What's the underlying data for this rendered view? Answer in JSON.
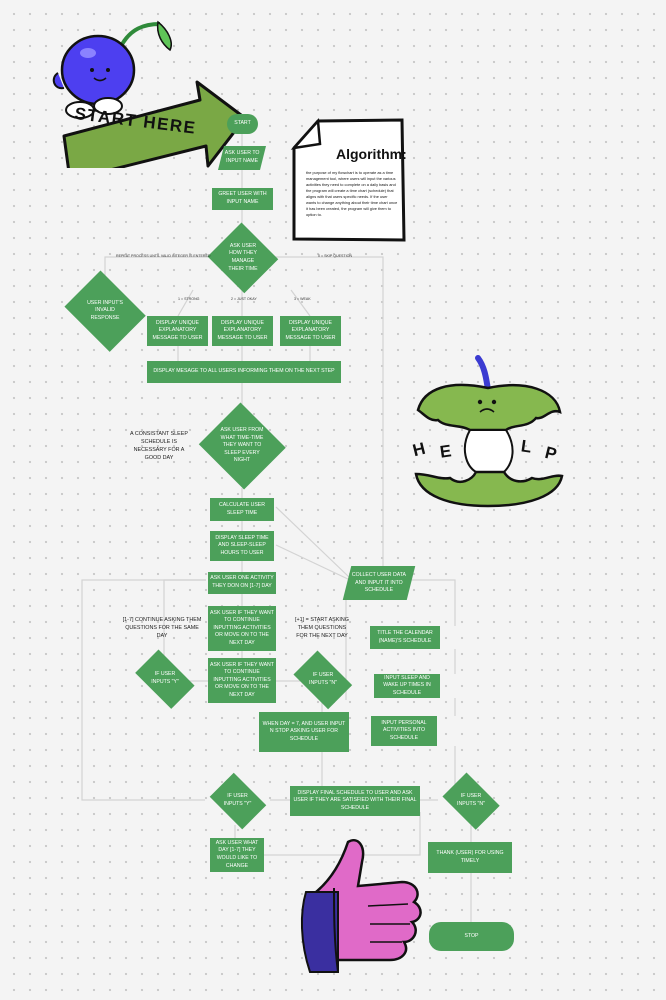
{
  "banner": {
    "text": "START HERE"
  },
  "algorithm": {
    "title": "Algorithm:",
    "body": "the purpose of my flowchart is to operate as a time management tool, where users will input the various activities they need to complete on a daily basis and the program will create a time chart (schedule) that aligns with that users specific needs. If the user wants to change anything about their time chart once it has been created, the program will give them to option to."
  },
  "help": {
    "letters": [
      "H",
      "E",
      "L",
      "P"
    ]
  },
  "nodes": {
    "start": "START",
    "ask_name": "ASK USER TO INPUT NAME",
    "greet": "GREET USER WITH INPUT NAME",
    "ask_manage": "ASK USER HOW THEY MANAGE THEIR TIME",
    "invalid": "USER INPUT'S INVALID RESPONSE",
    "msg1": "DISPLAY UNIQUE EXPLANATORY MESSAGE TO USER",
    "msg2": "DISPLAY UNIQUE EXPLANATORY MESSAGE TO USER",
    "msg3": "DISPLAY UNIQUE EXPLANATORY MESSAGE TO USER",
    "next_step": "DISPLAY MESAGE TO ALL USERS INFORMING THEM ON THE NEXT STEP",
    "ask_sleep": "ASK USER FROM WHAT TIME-TIME THEY WANT TO SLEEP EVERY NIGHT",
    "calc_sleep": "CALCULATE USER SLEEP TIME",
    "display_sleep": "DISPLAY SLEEP TIME AND SLEEP-SLEEP HOURS TO USER",
    "ask_activity": "ASK USER ONE ACTIVITY THEY DON ON [1-7] DAY",
    "collect": "COLLECT USER DATA AND INPUT IT INTO SCHEDULE",
    "continue1": "ASK USER IF THEY WANT TO CONTINUE INPUTTING ACTIVITIES OR MOVE ON TO THE NEXT DAY",
    "continue2": "ASK USER IF THEY WANT TO CONTINUE INPUTTING ACTIVITIES OR MOVE ON TO THE NEXT DAY",
    "title_cal": "TITLE THE CALENDAR (NAME)'S SCHEDULE",
    "if_y1": "IF USER INPUTS \"Y\"",
    "if_n1": "IF USER INPUTS \"N\"",
    "input_sleep": "INPUT SLEEP AND WAKE UP TIMES IN SCHEDULE",
    "when_day": "WHEN DAY = 7, AND USER INPUT N STOP ASKING USER FOR SCHEDULE",
    "input_personal": "INPUT PERSONAL ACTIVITIES INTO SCHEDULE",
    "display_final": "DISPLAY FINAL SCHEDULE TO USER AND ASK USER IF THEY ARE SATISFIED WITH THEIR FINAL SCHEDULE",
    "if_y2": "IF USER INPUTS \"Y\"",
    "if_n2": "IF USER INPUTS \"N\"",
    "ask_day": "ASK USER WHAT DAY [1-7] THEY WOULD LIKE TO CHANGE",
    "thank": "THANK (USER) FOR USING TIMELY",
    "stop": "STOP"
  },
  "labels": {
    "repeat": "REPEAT PROCESS UNTIL VALID INTEGER IS ENTERED",
    "skip": "0 = SKIP QUESTION",
    "strong": "1 = STRONG",
    "just_okay": "2 = JUST OKAY",
    "weak": "3 = WEAK"
  },
  "notes": {
    "sleep": "A CONSISTANT SLEEP SCHEDULE IS NECESSARY FOR A GOOD DAY",
    "continue": "[1-7] CONTINUE ASKING THEM QUESTIONS FOR THE SAME DAY",
    "next_day": "[+1] = START ASKING THEM QUESTIONS FOR THE NEXT DAY"
  },
  "colors": {
    "node_fill": "#4ca05a",
    "banner_fill": "#7aa845",
    "cherry": "#4d3ff0",
    "apple_green": "#86b84f",
    "thumb_pink": "#e06ac8",
    "thumb_purple": "#3a2fa0",
    "connector": "#d0d0d0"
  },
  "icons": [
    "cherry-mascot-icon",
    "apple-core-icon",
    "thumbs-up-icon",
    "page-icon"
  ]
}
